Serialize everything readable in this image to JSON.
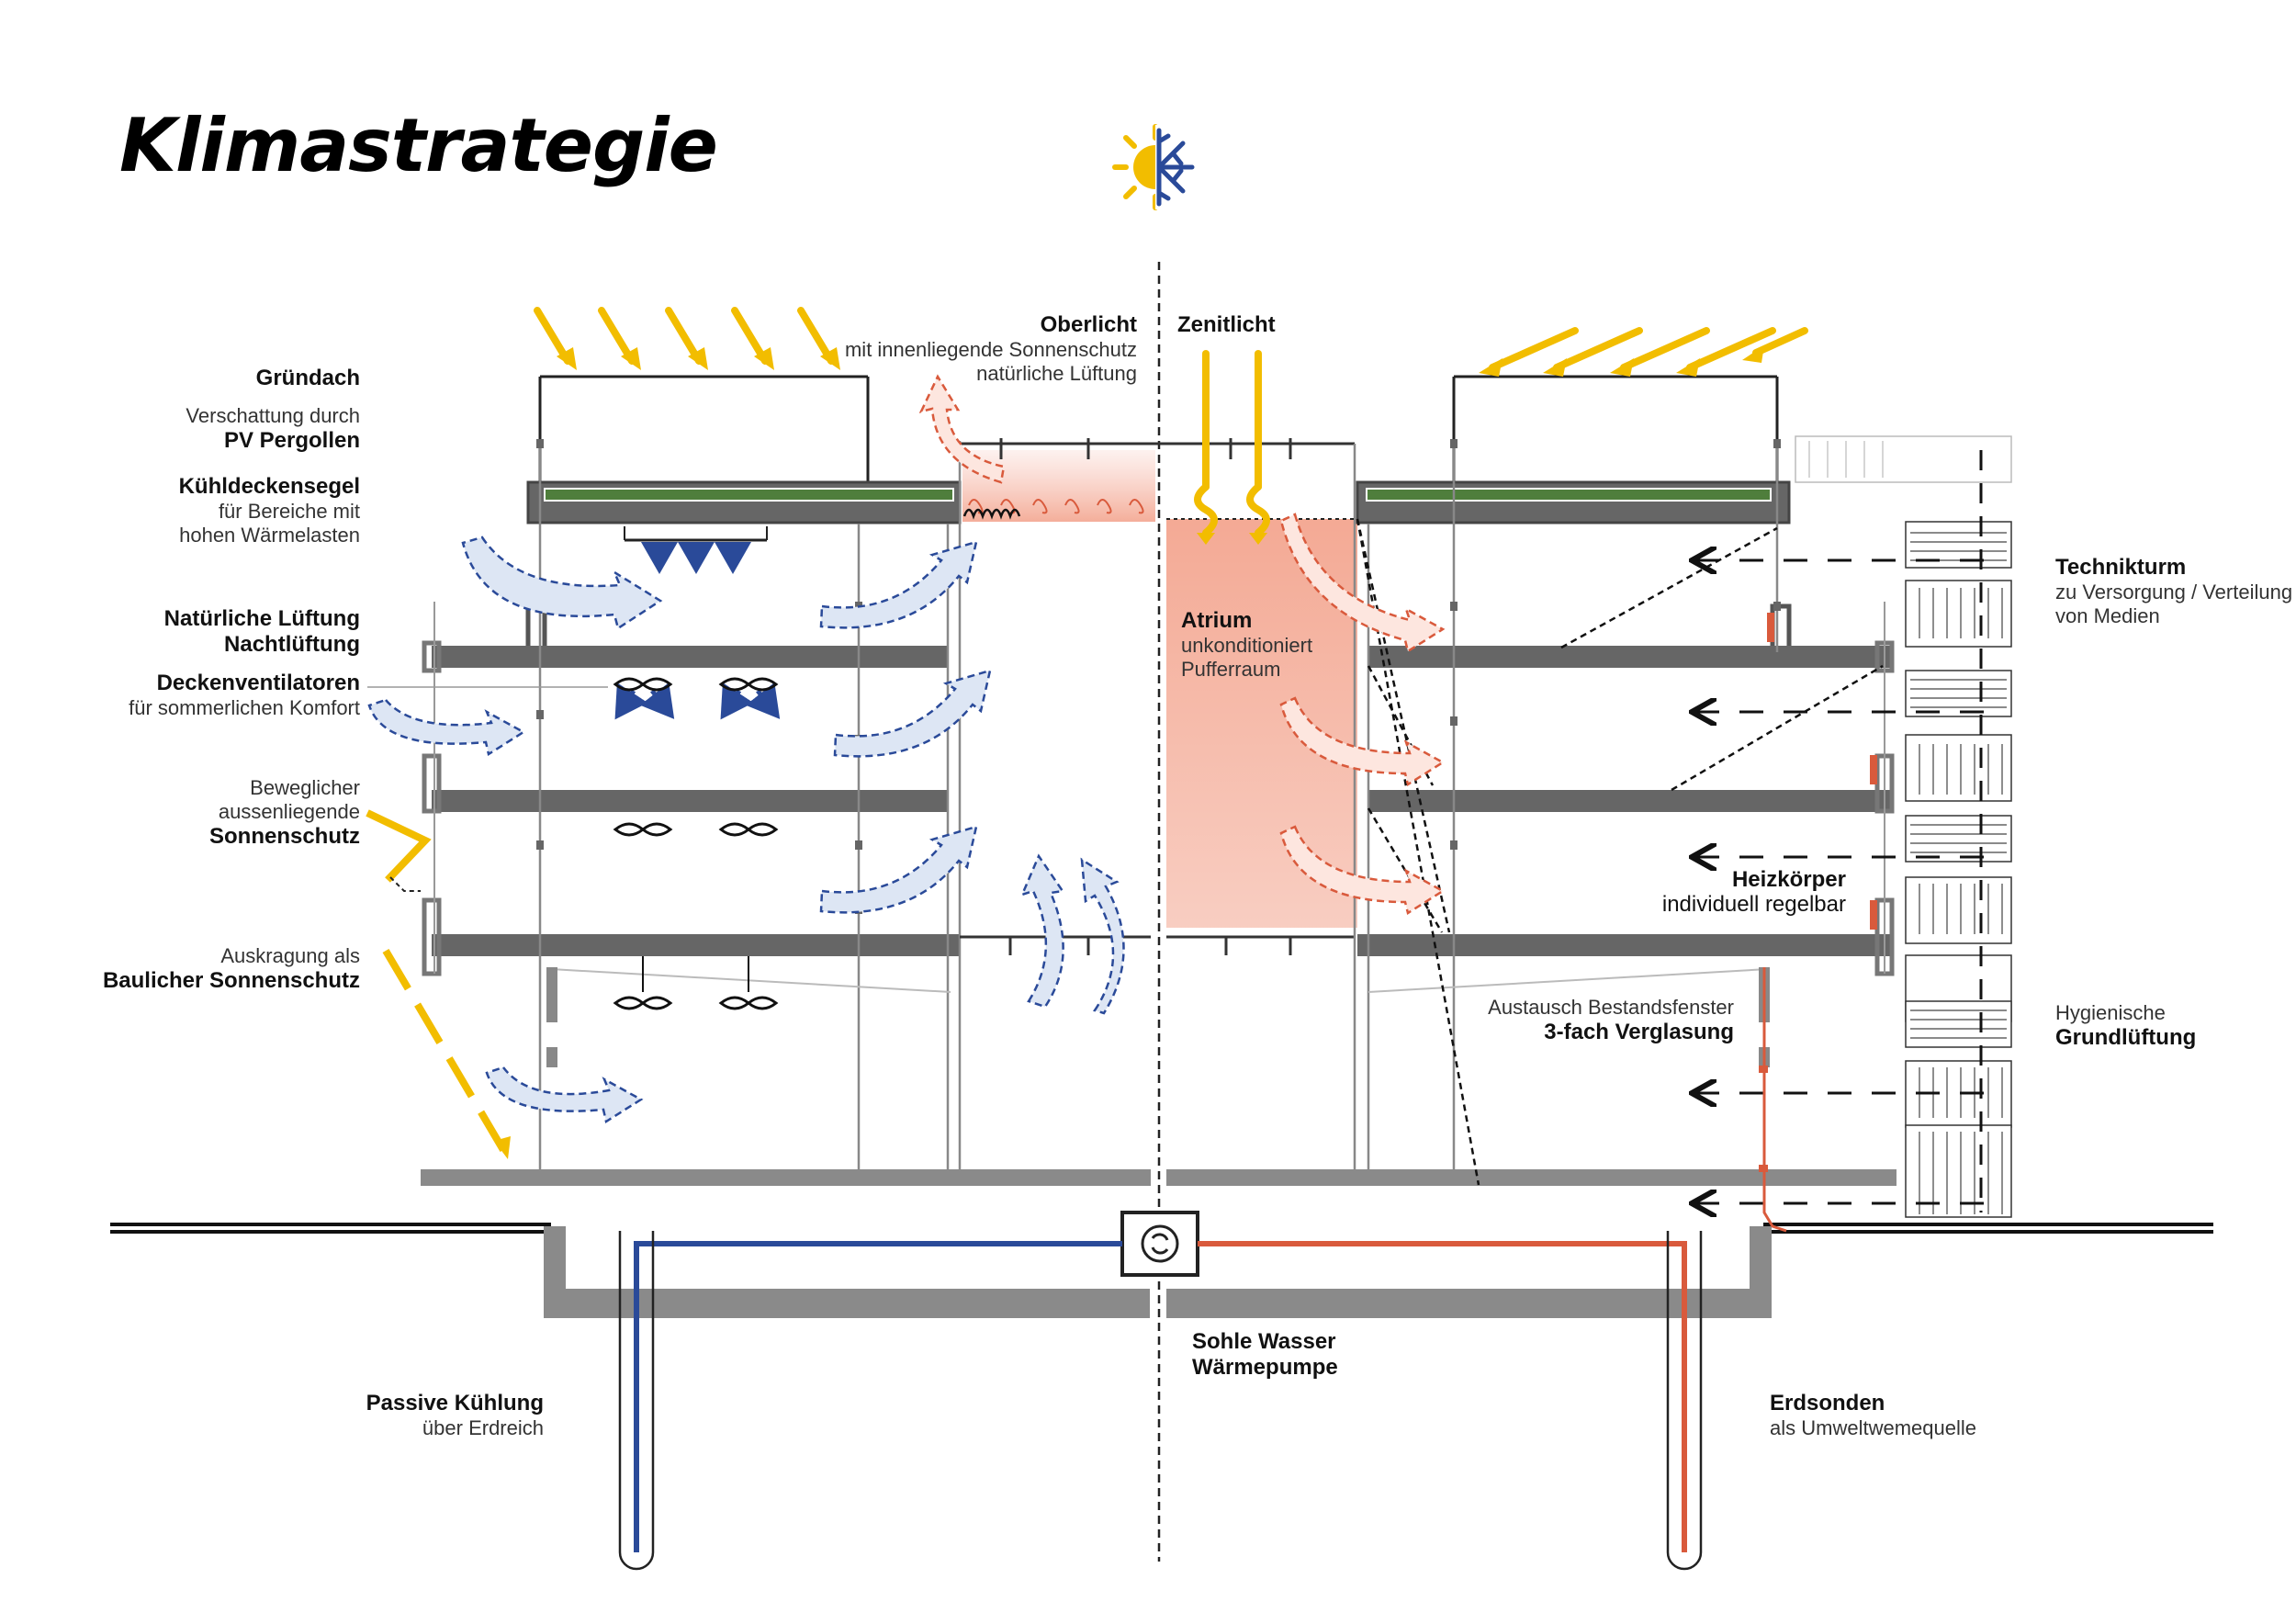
{
  "title": "Klimastrategie",
  "icons": {
    "sun_snow": "sun-snowflake-icon"
  },
  "colors": {
    "sun": "#f2bd00",
    "cool": "#2a4a99",
    "warm": "#d95a3c",
    "structure": "#6e6e6e",
    "green_roof": "#4f7e3c",
    "atrium_gradient_top": "#f3a58f",
    "light_arrow_fill": "#dde6f4"
  },
  "labels": {
    "gruendach": {
      "bold": "Gründach"
    },
    "pv": {
      "text": "Verschattung durch",
      "bold": "PV Pergollen"
    },
    "kuehldecke": {
      "bold": "Kühldeckensegel",
      "line1": "für Bereiche mit",
      "line2": "hohen Wärmelasten"
    },
    "lueftung": {
      "bold1": "Natürliche Lüftung",
      "bold2": "Nachtlüftung"
    },
    "deckenventilatoren": {
      "bold": "Deckenventilatoren",
      "text": "für sommerlichen Komfort"
    },
    "sonnenschutz": {
      "line1": "Beweglicher",
      "line2": "aussenliegende",
      "bold": "Sonnenschutz"
    },
    "auskragung": {
      "text": "Auskragung als",
      "bold": "Baulicher Sonnenschutz"
    },
    "oberlicht": {
      "bold": "Oberlicht",
      "line1": "mit innenliegende Sonnenschutz",
      "line2": "natürliche Lüftung"
    },
    "zenitlicht": {
      "bold": "Zenitlicht"
    },
    "atrium": {
      "bold": "Atrium",
      "line1": "unkonditioniert",
      "line2": "Pufferraum"
    },
    "technikturm": {
      "bold": "Technikturm",
      "line1": "zu Versorgung / Verteilung",
      "line2": "von Medien"
    },
    "heizkoerper": {
      "bold": "Heizkörper",
      "text": "individuell regelbar"
    },
    "bestandsfenster": {
      "text": "Austausch Bestandsfenster",
      "bold": "3-fach Verglasung"
    },
    "grundlueftung": {
      "text": "Hygienische",
      "bold": "Grundlüftung"
    },
    "waermepumpe": {
      "bold1": "Sohle Wasser",
      "bold2": "Wärmepumpe"
    },
    "passive": {
      "bold": "Passive Kühlung",
      "text": "über Erdreich"
    },
    "erdsonden": {
      "bold": "Erdsonden",
      "text": "als Umweltwemequelle"
    }
  }
}
